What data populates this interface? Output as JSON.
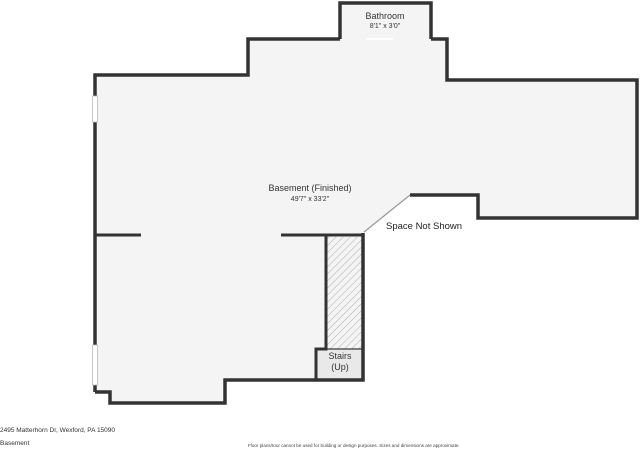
{
  "rooms": {
    "basement": {
      "name": "Basement (Finished)",
      "dimensions": "49'7\" x 33'2\""
    },
    "bathroom": {
      "name": "Bathroom",
      "dimensions": "8'1\" x 3'0\""
    },
    "stairs": {
      "name": "Stairs",
      "note": "(Up)"
    }
  },
  "annotations": {
    "space_not_shown": "Space Not Shown"
  },
  "footer": {
    "address": "2495 Matterhorn Dr, Wexford, PA 15090",
    "level": "Basement",
    "disclaimer": "Floor plans/tour cannot be used for building or design purposes. Sizes and dimensions are approximate."
  },
  "colors": {
    "wall": "#333333",
    "floor": "#f4f4f4",
    "stairs_fill": "#e6e6e6",
    "window": "#c8c8c8"
  }
}
